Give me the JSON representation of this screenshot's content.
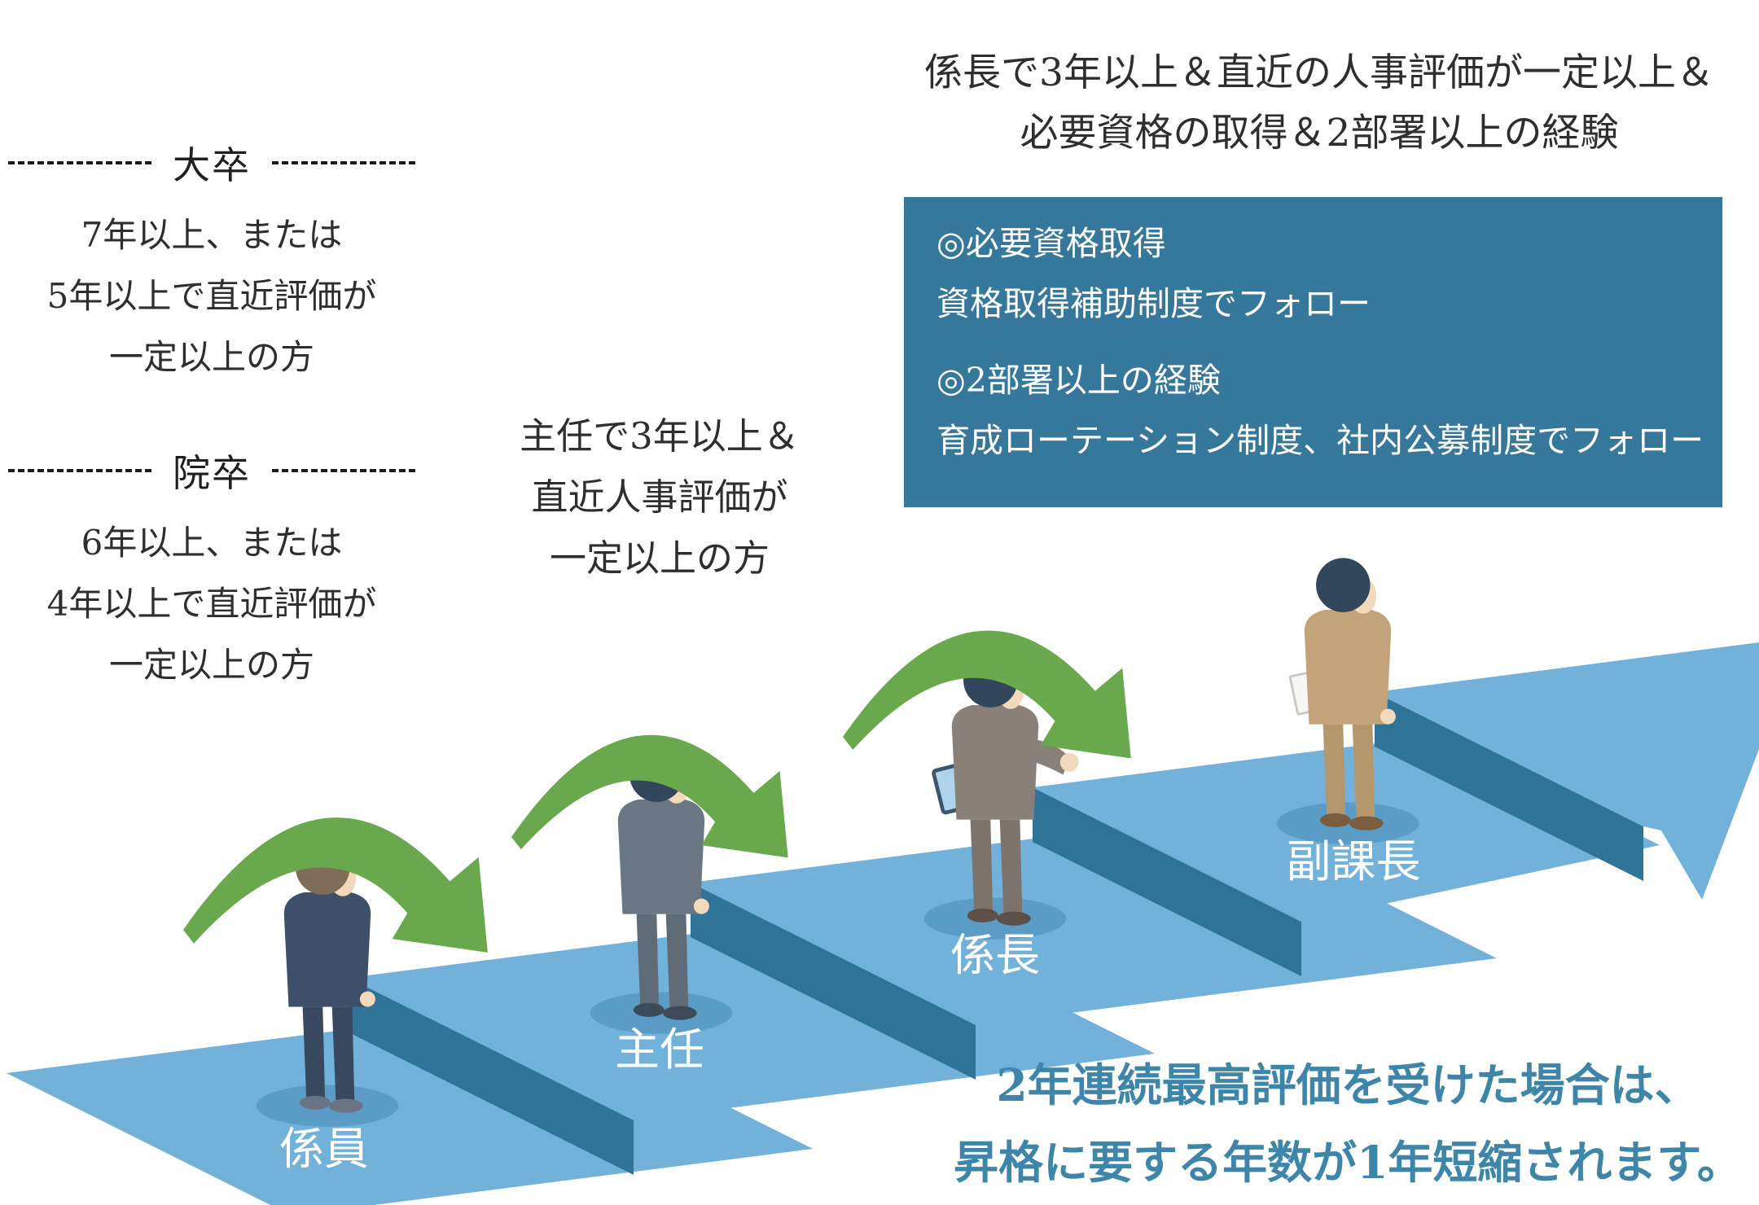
{
  "education_blocks": [
    {
      "heading": "大卒",
      "lines": [
        "7年以上、または",
        "5年以上で直近評価が",
        "一定以上の方"
      ]
    },
    {
      "heading": "院卒",
      "lines": [
        "6年以上、または",
        "4年以上で直近評価が",
        "一定以上の方"
      ]
    }
  ],
  "shunin_requirement": {
    "lines": [
      "主任で3年以上＆",
      "直近人事評価が",
      "一定以上の方"
    ]
  },
  "kakaricho_requirement": {
    "lines": [
      "係長で3年以上＆直近の人事評価が一定以上＆",
      "必要資格の取得＆2部署以上の経験"
    ]
  },
  "support_box": {
    "items": [
      {
        "title": "◎必要資格取得",
        "desc": "資格取得補助制度でフォロー"
      },
      {
        "title": "◎2部署以上の経験",
        "desc": "育成ローテーション制度、社内公募制度でフォロー"
      }
    ]
  },
  "steps": [
    {
      "label": "係員"
    },
    {
      "label": "主任"
    },
    {
      "label": "係長"
    },
    {
      "label": "副課長"
    }
  ],
  "bottom_note": {
    "lines": [
      "2年連続最高評価を受けた場合は、",
      "昇格に要する年数が1年短縮されます。"
    ]
  },
  "colors": {
    "step_top": "#72b1da",
    "step_side": "#2f7496",
    "person_shadow": "#5b9cc6",
    "arrow_green": "#6aa84e",
    "box_bg": "#35789b",
    "box_text": "#ffffff",
    "note_text": "#3d86a9",
    "body_text": "#2e2e2e",
    "step_label_text": "#ffffff"
  }
}
